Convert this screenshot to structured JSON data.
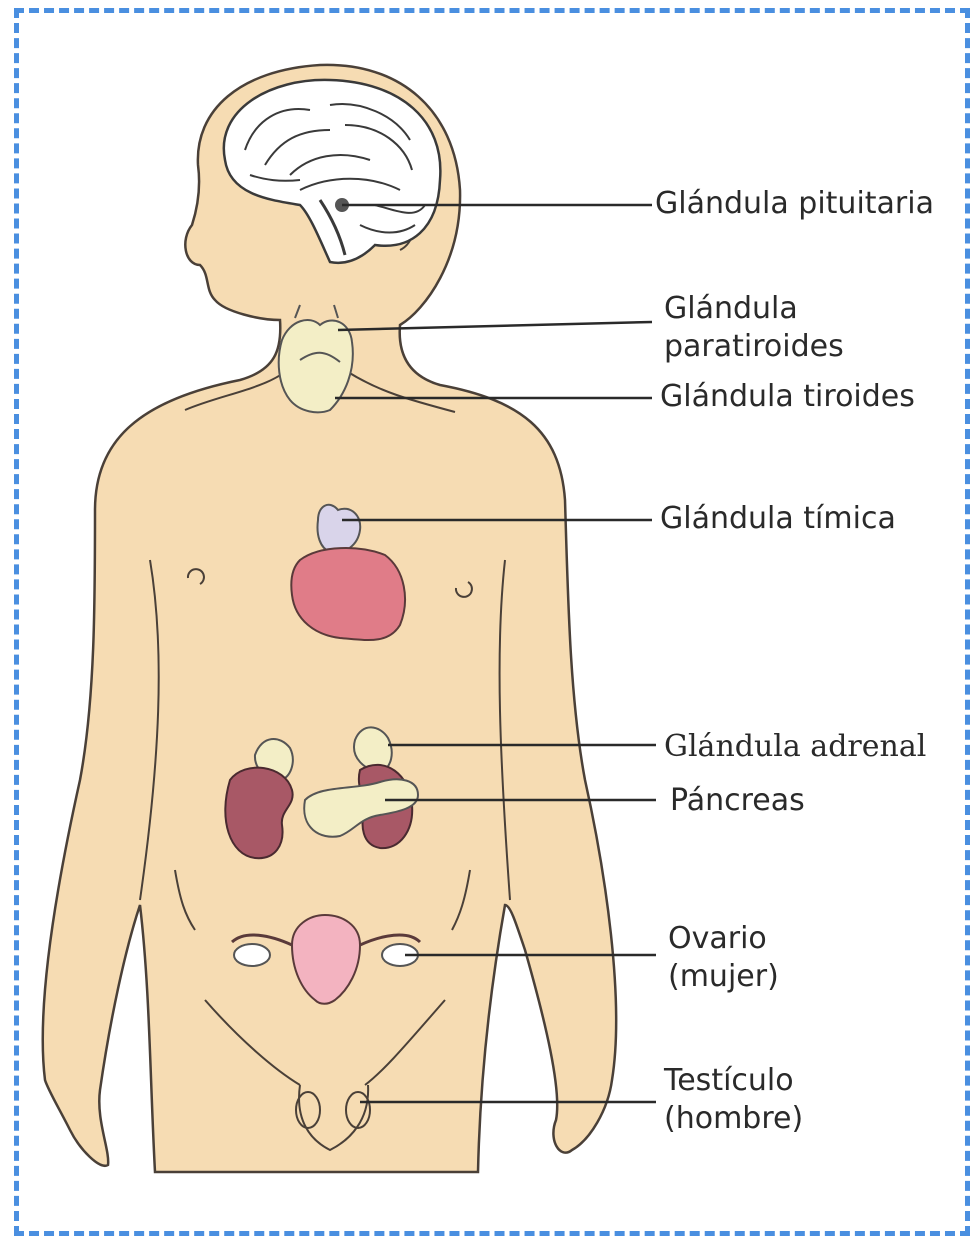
{
  "labels": {
    "pituitary": "Glándula pituitaria",
    "parathyroid_l1": "Glándula",
    "parathyroid_l2": "paratiroides",
    "thyroid": "Glándula tiroides",
    "thymus": "Glándula tímica",
    "adrenal": "Glándula adrenal",
    "pancreas": "Páncreas",
    "ovary_l1": "Ovario",
    "ovary_l2": "(mujer)",
    "testicle_l1": "Testículo",
    "testicle_l2": "(hombre)"
  },
  "colors": {
    "frame": "#4a8fe0",
    "skin": "#f6dcb3",
    "outline": "#4a4038",
    "heart": "#e07c88",
    "kidney": "#a85866",
    "gland": "#f3eec6",
    "uterus": "#f3b3c0"
  }
}
